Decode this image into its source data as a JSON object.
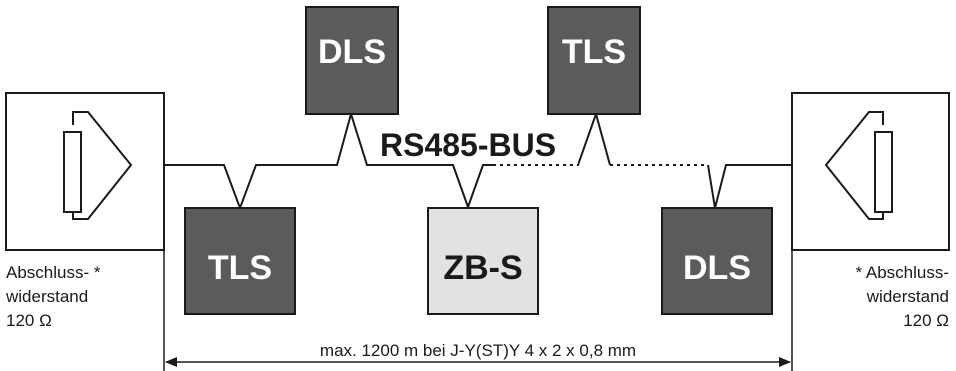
{
  "bus_label": "RS485-BUS",
  "devices": {
    "top_left": "DLS",
    "top_right": "TLS",
    "bottom_left": "TLS",
    "bottom_center": "ZB-S",
    "bottom_right": "DLS"
  },
  "termination_left": {
    "line1": "Abschluss- *",
    "line2": "widerstand",
    "line3": "120 Ω"
  },
  "termination_right": {
    "line1": "* Abschluss-",
    "line2": "widerstand",
    "line3": "120 Ω"
  },
  "cable_note": "max. 1200 m bei J-Y(ST)Y 4 x 2 x 0,8 mm",
  "colors": {
    "device_dark": "#5b5b5b",
    "device_light": "#e2e2e2",
    "stroke": "#1a1a1a"
  }
}
